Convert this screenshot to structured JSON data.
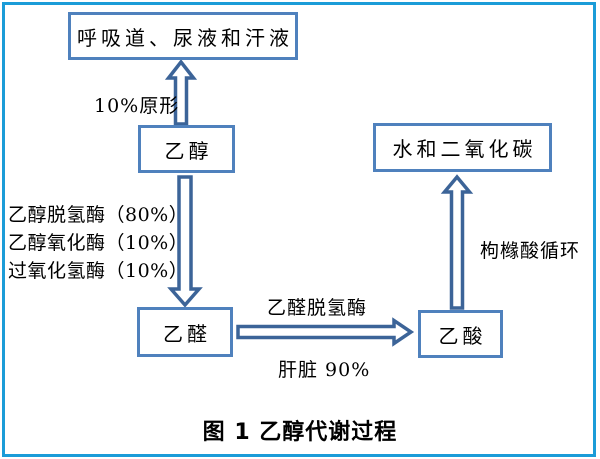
{
  "figure": {
    "caption": "图 1 乙醇代谢过程"
  },
  "nodes": {
    "excretion": "呼吸道、尿液和汗液",
    "ethanol": "乙醇",
    "acetaldehyde": "乙醛",
    "acetic_acid": "乙酸",
    "water_co2": "水和二氧化碳"
  },
  "labels": {
    "original_form": "10%原形",
    "enzymes": [
      "乙醇脱氢酶（80%）",
      "乙醇氧化酶（10%）",
      "过氧化氢酶（10%）"
    ],
    "aldh": "乙醛脱氢酶",
    "liver": "肝脏 90%",
    "citric_cycle": "枸橼酸循环"
  },
  "colors": {
    "frame": "#1b9cd8",
    "box_border": "#4f81bd",
    "arrow_outline": "#3c6498"
  }
}
